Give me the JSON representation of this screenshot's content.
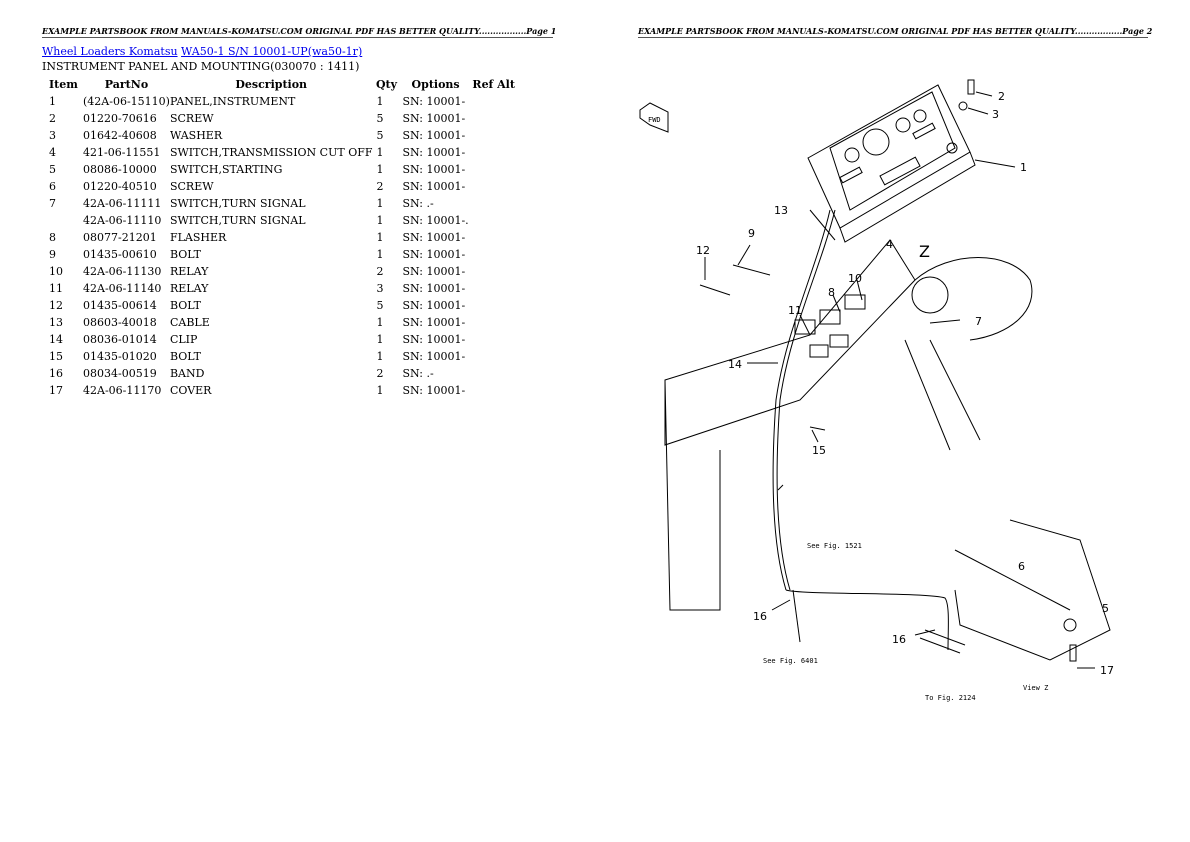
{
  "headers": {
    "page1": "EXAMPLE PARTSBOOK FROM MANUALS-KOMATSU.COM ORIGINAL PDF HAS BETTER QUALITY.................Page 1",
    "page2": "EXAMPLE PARTSBOOK FROM MANUALS-KOMATSU.COM ORIGINAL PDF HAS BETTER QUALITY.................Page 2"
  },
  "breadcrumb": {
    "link1": "Wheel Loaders Komatsu",
    "link2": "WA50-1 S/N 10001-UP(wa50-1r)"
  },
  "subtitle": "INSTRUMENT PANEL AND MOUNTING(030070 : 1411)",
  "table": {
    "columns": [
      "Item",
      "PartNo",
      "Description",
      "Qty",
      "Options",
      "Ref Alt"
    ],
    "rows": [
      {
        "item": "1",
        "part": "(42A-06-15110)",
        "desc": "PANEL,INSTRUMENT",
        "qty": "1",
        "opt": "SN: 10001-",
        "ref": ""
      },
      {
        "item": "2",
        "part": "01220-70616",
        "desc": "SCREW",
        "qty": "5",
        "opt": "SN: 10001-",
        "ref": ""
      },
      {
        "item": "3",
        "part": "01642-40608",
        "desc": "WASHER",
        "qty": "5",
        "opt": "SN: 10001-",
        "ref": ""
      },
      {
        "item": "4",
        "part": "421-06-11551",
        "desc": "SWITCH,TRANSMISSION CUT OFF",
        "qty": "1",
        "opt": "SN: 10001-",
        "ref": ""
      },
      {
        "item": "5",
        "part": "08086-10000",
        "desc": "SWITCH,STARTING",
        "qty": "1",
        "opt": "SN: 10001-",
        "ref": ""
      },
      {
        "item": "6",
        "part": "01220-40510",
        "desc": "SCREW",
        "qty": "2",
        "opt": "SN: 10001-",
        "ref": ""
      },
      {
        "item": "7",
        "part": "42A-06-11111",
        "desc": "SWITCH,TURN SIGNAL",
        "qty": "1",
        "opt": "SN: .-",
        "ref": ""
      },
      {
        "item": "",
        "part": "42A-06-11110",
        "desc": "SWITCH,TURN SIGNAL",
        "qty": "1",
        "opt": "SN: 10001-.",
        "ref": ""
      },
      {
        "item": "8",
        "part": "08077-21201",
        "desc": "FLASHER",
        "qty": "1",
        "opt": "SN: 10001-",
        "ref": ""
      },
      {
        "item": "9",
        "part": "01435-00610",
        "desc": "BOLT",
        "qty": "1",
        "opt": "SN: 10001-",
        "ref": ""
      },
      {
        "item": "10",
        "part": "42A-06-11130",
        "desc": "RELAY",
        "qty": "2",
        "opt": "SN: 10001-",
        "ref": ""
      },
      {
        "item": "11",
        "part": "42A-06-11140",
        "desc": "RELAY",
        "qty": "3",
        "opt": "SN: 10001-",
        "ref": ""
      },
      {
        "item": "12",
        "part": "01435-00614",
        "desc": "BOLT",
        "qty": "5",
        "opt": "SN: 10001-",
        "ref": ""
      },
      {
        "item": "13",
        "part": "08603-40018",
        "desc": "CABLE",
        "qty": "1",
        "opt": "SN: 10001-",
        "ref": ""
      },
      {
        "item": "14",
        "part": "08036-01014",
        "desc": "CLIP",
        "qty": "1",
        "opt": "SN: 10001-",
        "ref": ""
      },
      {
        "item": "15",
        "part": "01435-01020",
        "desc": "BOLT",
        "qty": "1",
        "opt": "SN: 10001-",
        "ref": ""
      },
      {
        "item": "16",
        "part": "08034-00519",
        "desc": "BAND",
        "qty": "2",
        "opt": "SN: .-",
        "ref": ""
      },
      {
        "item": "17",
        "part": "42A-06-11170",
        "desc": "COVER",
        "qty": "1",
        "opt": "SN: 10001-",
        "ref": ""
      }
    ]
  },
  "diagram": {
    "callouts": [
      "1",
      "2",
      "3",
      "4",
      "5",
      "6",
      "7",
      "8",
      "9",
      "10",
      "11",
      "12",
      "13",
      "14",
      "15",
      "16",
      "16",
      "17"
    ],
    "view_label": "Z",
    "notes": {
      "fig1521": "See Fig. 1521",
      "fig6401": "See Fig. 6401",
      "fig2124": "To Fig. 2124",
      "viewz": "View Z",
      "fwd": "FWD"
    }
  },
  "colors": {
    "link": "#0000ee",
    "text": "#000000",
    "rule": "#555555"
  }
}
